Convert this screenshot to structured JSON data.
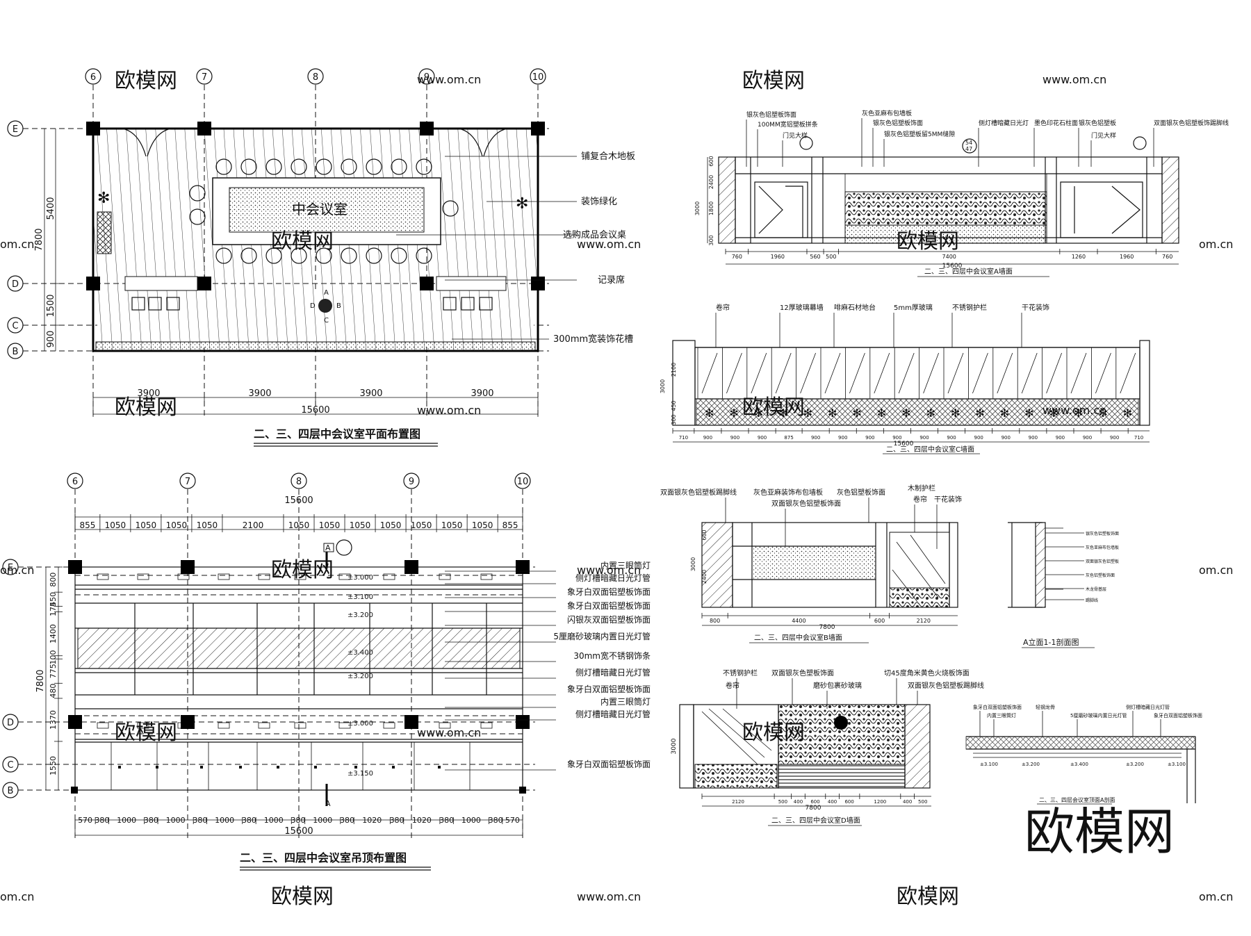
{
  "axes_top": [
    "6",
    "7",
    "8",
    "9",
    "10"
  ],
  "axes_side": [
    "E",
    "D",
    "C",
    "B"
  ],
  "plan": {
    "title": "二、三、四层中会议室平面布置图",
    "room_label": "中会议室",
    "callouts": [
      "铺复合木地板",
      "装饰绿化",
      "选购成品会议桌",
      "记录席",
      "300mm宽装饰花槽"
    ],
    "dims_bottom": [
      "3900",
      "3900",
      "3900",
      "3900"
    ],
    "total": "15600",
    "dims_side": [
      "5400",
      "1500",
      "900"
    ],
    "side_total": "7800",
    "section_marks": [
      "A",
      "B",
      "C",
      "D"
    ]
  },
  "ceiling": {
    "title": "二、三、四层中会议室吊顶布置图",
    "top_total": "15600",
    "dims_top": [
      "855",
      "1050",
      "1050",
      "1050",
      "1050",
      "2100",
      "1050",
      "1050",
      "1050",
      "1050",
      "1050",
      "1050",
      "1050",
      "855"
    ],
    "dims_bottom": [
      "570",
      "380",
      "1000",
      "380",
      "1000",
      "380",
      "1000",
      "380",
      "1000",
      "380",
      "1000",
      "380",
      "1020",
      "380",
      "1020",
      "380",
      "1000",
      "380",
      "570"
    ],
    "bottom_total": "15600",
    "dims_side": [
      "800",
      "450",
      "175",
      "1400",
      "100",
      "775",
      "480",
      "1370",
      "1550"
    ],
    "side_total": "7800",
    "elevations": [
      "±3.000",
      "±3.100",
      "±3.200",
      "±3.400",
      "±3.200",
      "±3.000",
      "±3.150"
    ],
    "section_label": "A",
    "callouts": [
      "内置三眼筒灯",
      "侧灯槽暗藏日光灯管",
      "象牙白双面铝塑板饰面",
      "象牙白双面铝塑板饰面",
      "闪银灰双面铝塑板饰面",
      "5厘磨砂玻璃内置日光灯管",
      "30mm宽不锈钢饰条",
      "侧灯槽暗藏日光灯管",
      "象牙白双面铝塑板饰面",
      "内置三眼筒灯",
      "侧灯槽暗藏日光灯管",
      "象牙白双面铝塑板饰面"
    ]
  },
  "elev_a": {
    "title": "二、三、四层中会议室A墙面",
    "callouts": [
      "银灰色铝塑板饰面",
      "100MM宽铝塑板拼条",
      "门见大样",
      "灰色亚麻布包墙板",
      "银灰色铝塑板饰面",
      "银灰色铝塑板留5MM缝隙",
      "侧灯槽暗藏日光灯",
      "墨色印花石柱面",
      "银灰色铝塑板",
      "门见大样",
      "双面银灰色铝塑板饰踢脚线"
    ],
    "dims": [
      "760",
      "1960",
      "560",
      "500",
      "7400",
      "1260",
      "1960",
      "760"
    ],
    "total": "15600",
    "heights": [
      "600",
      "2400",
      "1800",
      "300",
      "3000"
    ],
    "detail_ref": [
      "54",
      "47"
    ]
  },
  "elev_c": {
    "title": "二、三、四层中会议室C墙面",
    "callouts": [
      "卷帘",
      "12厚玻璃幕墙",
      "啡麻石材地台",
      "5mm厚玻璃",
      "不锈钢护栏",
      "干花装饰"
    ],
    "dims": [
      "710",
      "900",
      "900",
      "900",
      "875",
      "900",
      "900",
      "900",
      "900",
      "900",
      "900",
      "900",
      "900",
      "900",
      "900",
      "900",
      "900",
      "710"
    ],
    "total": "15600",
    "heights": [
      "3000",
      "2100",
      "450",
      "300"
    ]
  },
  "elev_b": {
    "title": "二、三、四层中会议室B墙面",
    "callouts": [
      "双面银灰色铝塑板踢脚线",
      "灰色亚麻装饰布包墙板",
      "灰色铝塑板饰面",
      "双面银灰色铝塑板饰面",
      "木制护栏",
      "卷帘",
      "干花装饰"
    ],
    "dims": [
      "800",
      "4400",
      "600",
      "2120"
    ],
    "total": "7800",
    "heights": [
      "3000",
      "600",
      "2400"
    ]
  },
  "section_a": {
    "title": "A立面1-1剖面图",
    "notes": [
      "银灰色铝塑板饰面",
      "灰色亚麻布包墙板",
      "双面银灰色铝塑板",
      "灰色铝塑板饰面",
      "木龙骨基层",
      "踢脚线"
    ]
  },
  "elev_d": {
    "title": "二、三、四层中会议室D墙面",
    "callouts": [
      "不锈钢护栏",
      "卷帘",
      "双面银灰色塑板饰面",
      "磨砂包裹砂玻璃",
      "切45度角米黄色火烧板饰面",
      "双面银灰色铝塑板踢脚线"
    ],
    "dims": [
      "2120",
      "500",
      "400",
      "600",
      "400",
      "600",
      "1200",
      "400",
      "500"
    ],
    "total": "7800",
    "height": "3000"
  },
  "section_b": {
    "title": "二、三、四层会议室顶面A剖面",
    "labels": [
      "象牙白双面铝塑板饰面",
      "内置三眼筒灯",
      "轻钢龙骨",
      "5厘磨砂玻璃内置日光灯管",
      "侧灯槽暗藏日光灯管",
      "象牙白双面铝塑板饰面"
    ],
    "elevations": [
      "±3.100",
      "±3.200",
      "±3.400",
      "±3.200",
      "±3.100"
    ]
  },
  "watermark": {
    "big": "欧模网",
    "small": "欧模网",
    "url": "www.om.cn",
    "edge": "om.cn"
  }
}
